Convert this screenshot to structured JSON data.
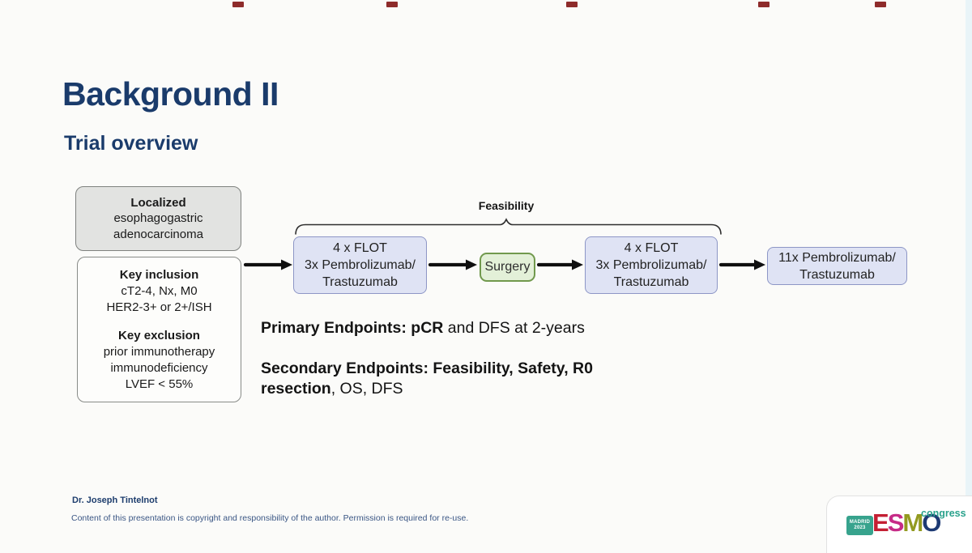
{
  "slide": {
    "title": "Background II",
    "subtitle": "Trial overview"
  },
  "flowchart": {
    "feasibility_label": "Feasibility",
    "diagnosis_box": {
      "line1": "Localized",
      "line2": "esophagogastric",
      "line3": "adenocarcinoma"
    },
    "criteria_box": {
      "inclusion_header": "Key inclusion",
      "inclusion_lines": [
        "cT2-4, Nx, M0",
        "HER2-3+ or 2+/ISH"
      ],
      "exclusion_header": "Key exclusion",
      "exclusion_lines": [
        "prior immunotherapy",
        "immunodeficiency",
        "LVEF < 55%"
      ]
    },
    "treatment1_box": {
      "line1": "4 x FLOT",
      "line2": "3x Pembrolizumab/",
      "line3": "Trastuzumab"
    },
    "surgery_box": {
      "label": "Surgery"
    },
    "treatment2_box": {
      "line1": "4 x FLOT",
      "line2": "3x Pembrolizumab/",
      "line3": "Trastuzumab"
    },
    "maintenance_box": {
      "line1": "11x Pembrolizumab/",
      "line2": "Trastuzumab"
    }
  },
  "endpoints": {
    "primary": {
      "bold": "Primary Endpoints: pCR",
      "rest": " and DFS at 2-years"
    },
    "secondary": {
      "line1_bold": "Secondary Endpoints: Feasibility, Safety, R0",
      "line2_bold": "resection",
      "line2_rest": ", OS, DFS"
    }
  },
  "footer": {
    "author": "Dr. Joseph Tintelnot",
    "copyright": "Content of this presentation is copyright and responsibility of the author. Permission is required for re-use."
  },
  "logo": {
    "badge_line1": "MADRID",
    "badge_line2": "2023",
    "letters": [
      "E",
      "S",
      "M",
      "O"
    ],
    "congress": "congress"
  },
  "colors": {
    "title_navy": "#1a3b6b",
    "lavender_fill": "#dfe3f4",
    "lavender_border": "#8d96c6",
    "green_fill": "#e3f0d8",
    "green_border": "#71994d",
    "gray_fill": "#e2e3e1",
    "gray_border": "#7f827f",
    "arrow_black": "#101010",
    "marker_red": "#8e2b2b",
    "esmo_e": "#c41f33",
    "esmo_s": "#c62b87",
    "esmo_m": "#939a20",
    "esmo_o": "#1d3a74",
    "congress_teal": "#2aa28c"
  }
}
